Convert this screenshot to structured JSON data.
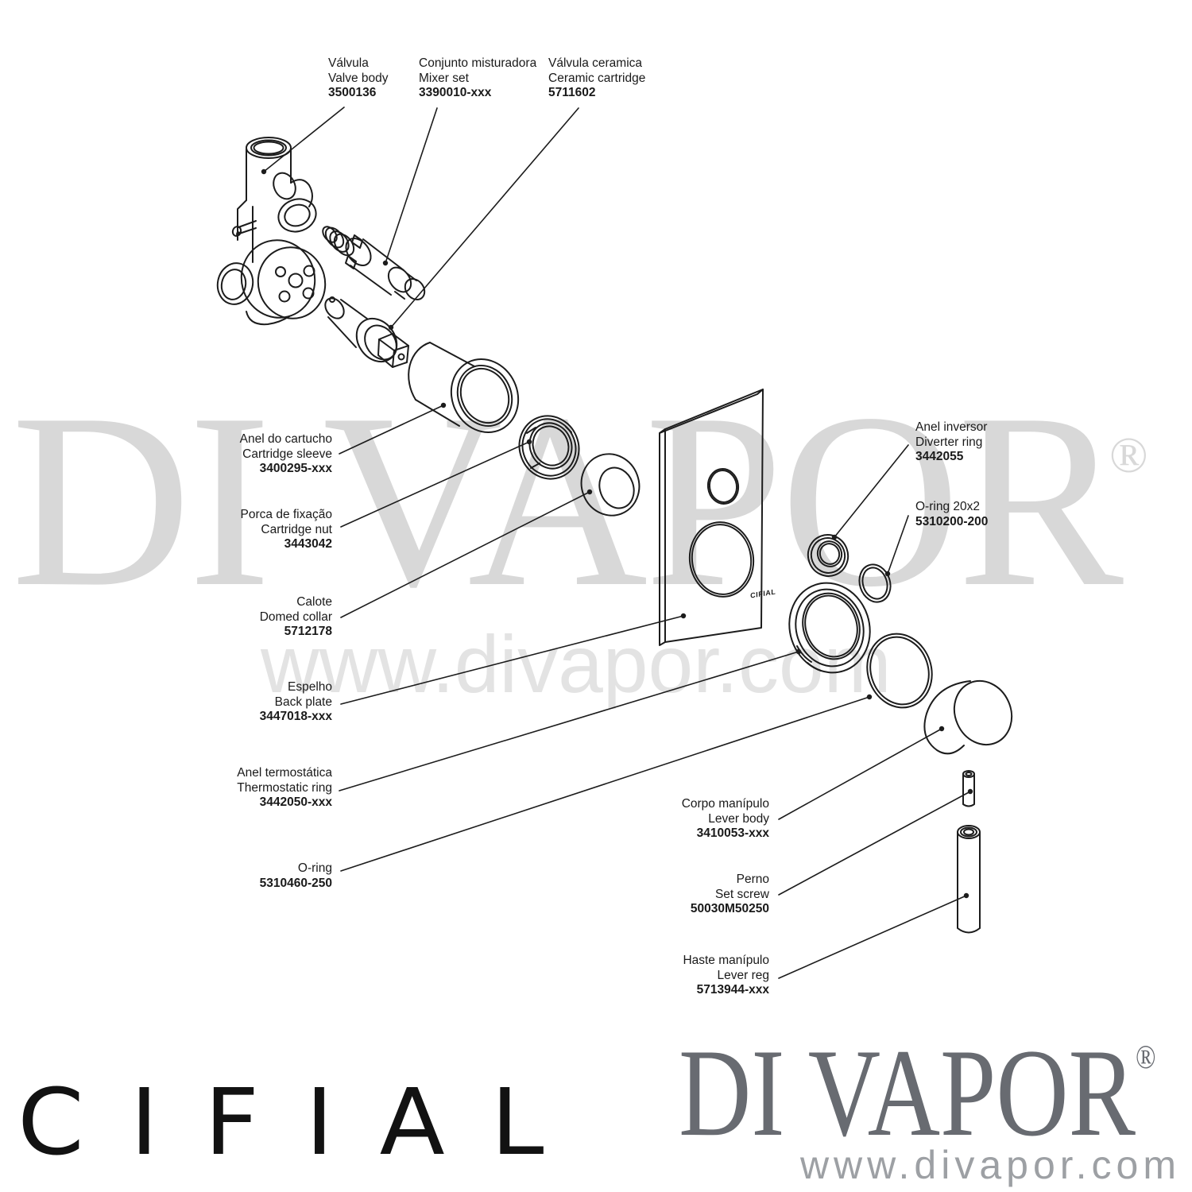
{
  "diagram": {
    "plate_logo": "CIFIAL",
    "labels": [
      {
        "pt": "Válvula",
        "en": "Valve body",
        "code": "3500136"
      },
      {
        "pt": "Conjunto misturadora",
        "en": "Mixer set",
        "code": "3390010-xxx"
      },
      {
        "pt": "Válvula ceramica",
        "en": "Ceramic cartridge",
        "code": "5711602"
      },
      {
        "pt": "Anel do cartucho",
        "en": "Cartridge sleeve",
        "code": "3400295-xxx"
      },
      {
        "pt": "Porca de fixação",
        "en": "Cartridge nut",
        "code": "3443042"
      },
      {
        "pt": "Calote",
        "en": "Domed collar",
        "code": "5712178"
      },
      {
        "pt": "Espelho",
        "en": "Back plate",
        "code": "3447018-xxx"
      },
      {
        "pt": "Anel termostática",
        "en": "Thermostatic ring",
        "code": "3442050-xxx"
      },
      {
        "pt": "O-ring",
        "code": "5310460-250"
      },
      {
        "pt": "Anel inversor",
        "en": "Diverter ring",
        "code": "3442055"
      },
      {
        "pt": "O-ring 20x2",
        "code": "5310200-200"
      },
      {
        "pt": "Corpo manípulo",
        "en": "Lever body",
        "code": "3410053-xxx"
      },
      {
        "pt": "Perno",
        "en": "Set screw",
        "code": "50030M50250"
      },
      {
        "pt": "Haste manípulo",
        "en": "Lever reg",
        "code": "5713944-xxx"
      }
    ]
  },
  "watermarks": {
    "big": "DI VAPOR",
    "big_reg": "®",
    "mid": "www.divapor.com"
  },
  "footer": {
    "cifial_logo": "CIFIAL",
    "divapor_logo": "DI VAPOR",
    "divapor_reg": "®",
    "divapor_url": "www.divapor.com"
  },
  "colors": {
    "line": "#1c1c1c",
    "watermark_big": "#d8d8d8",
    "watermark_mid": "#e3e3e3",
    "footer_logo_gray": "#686b71",
    "footer_url_gray": "#9da0a4"
  }
}
